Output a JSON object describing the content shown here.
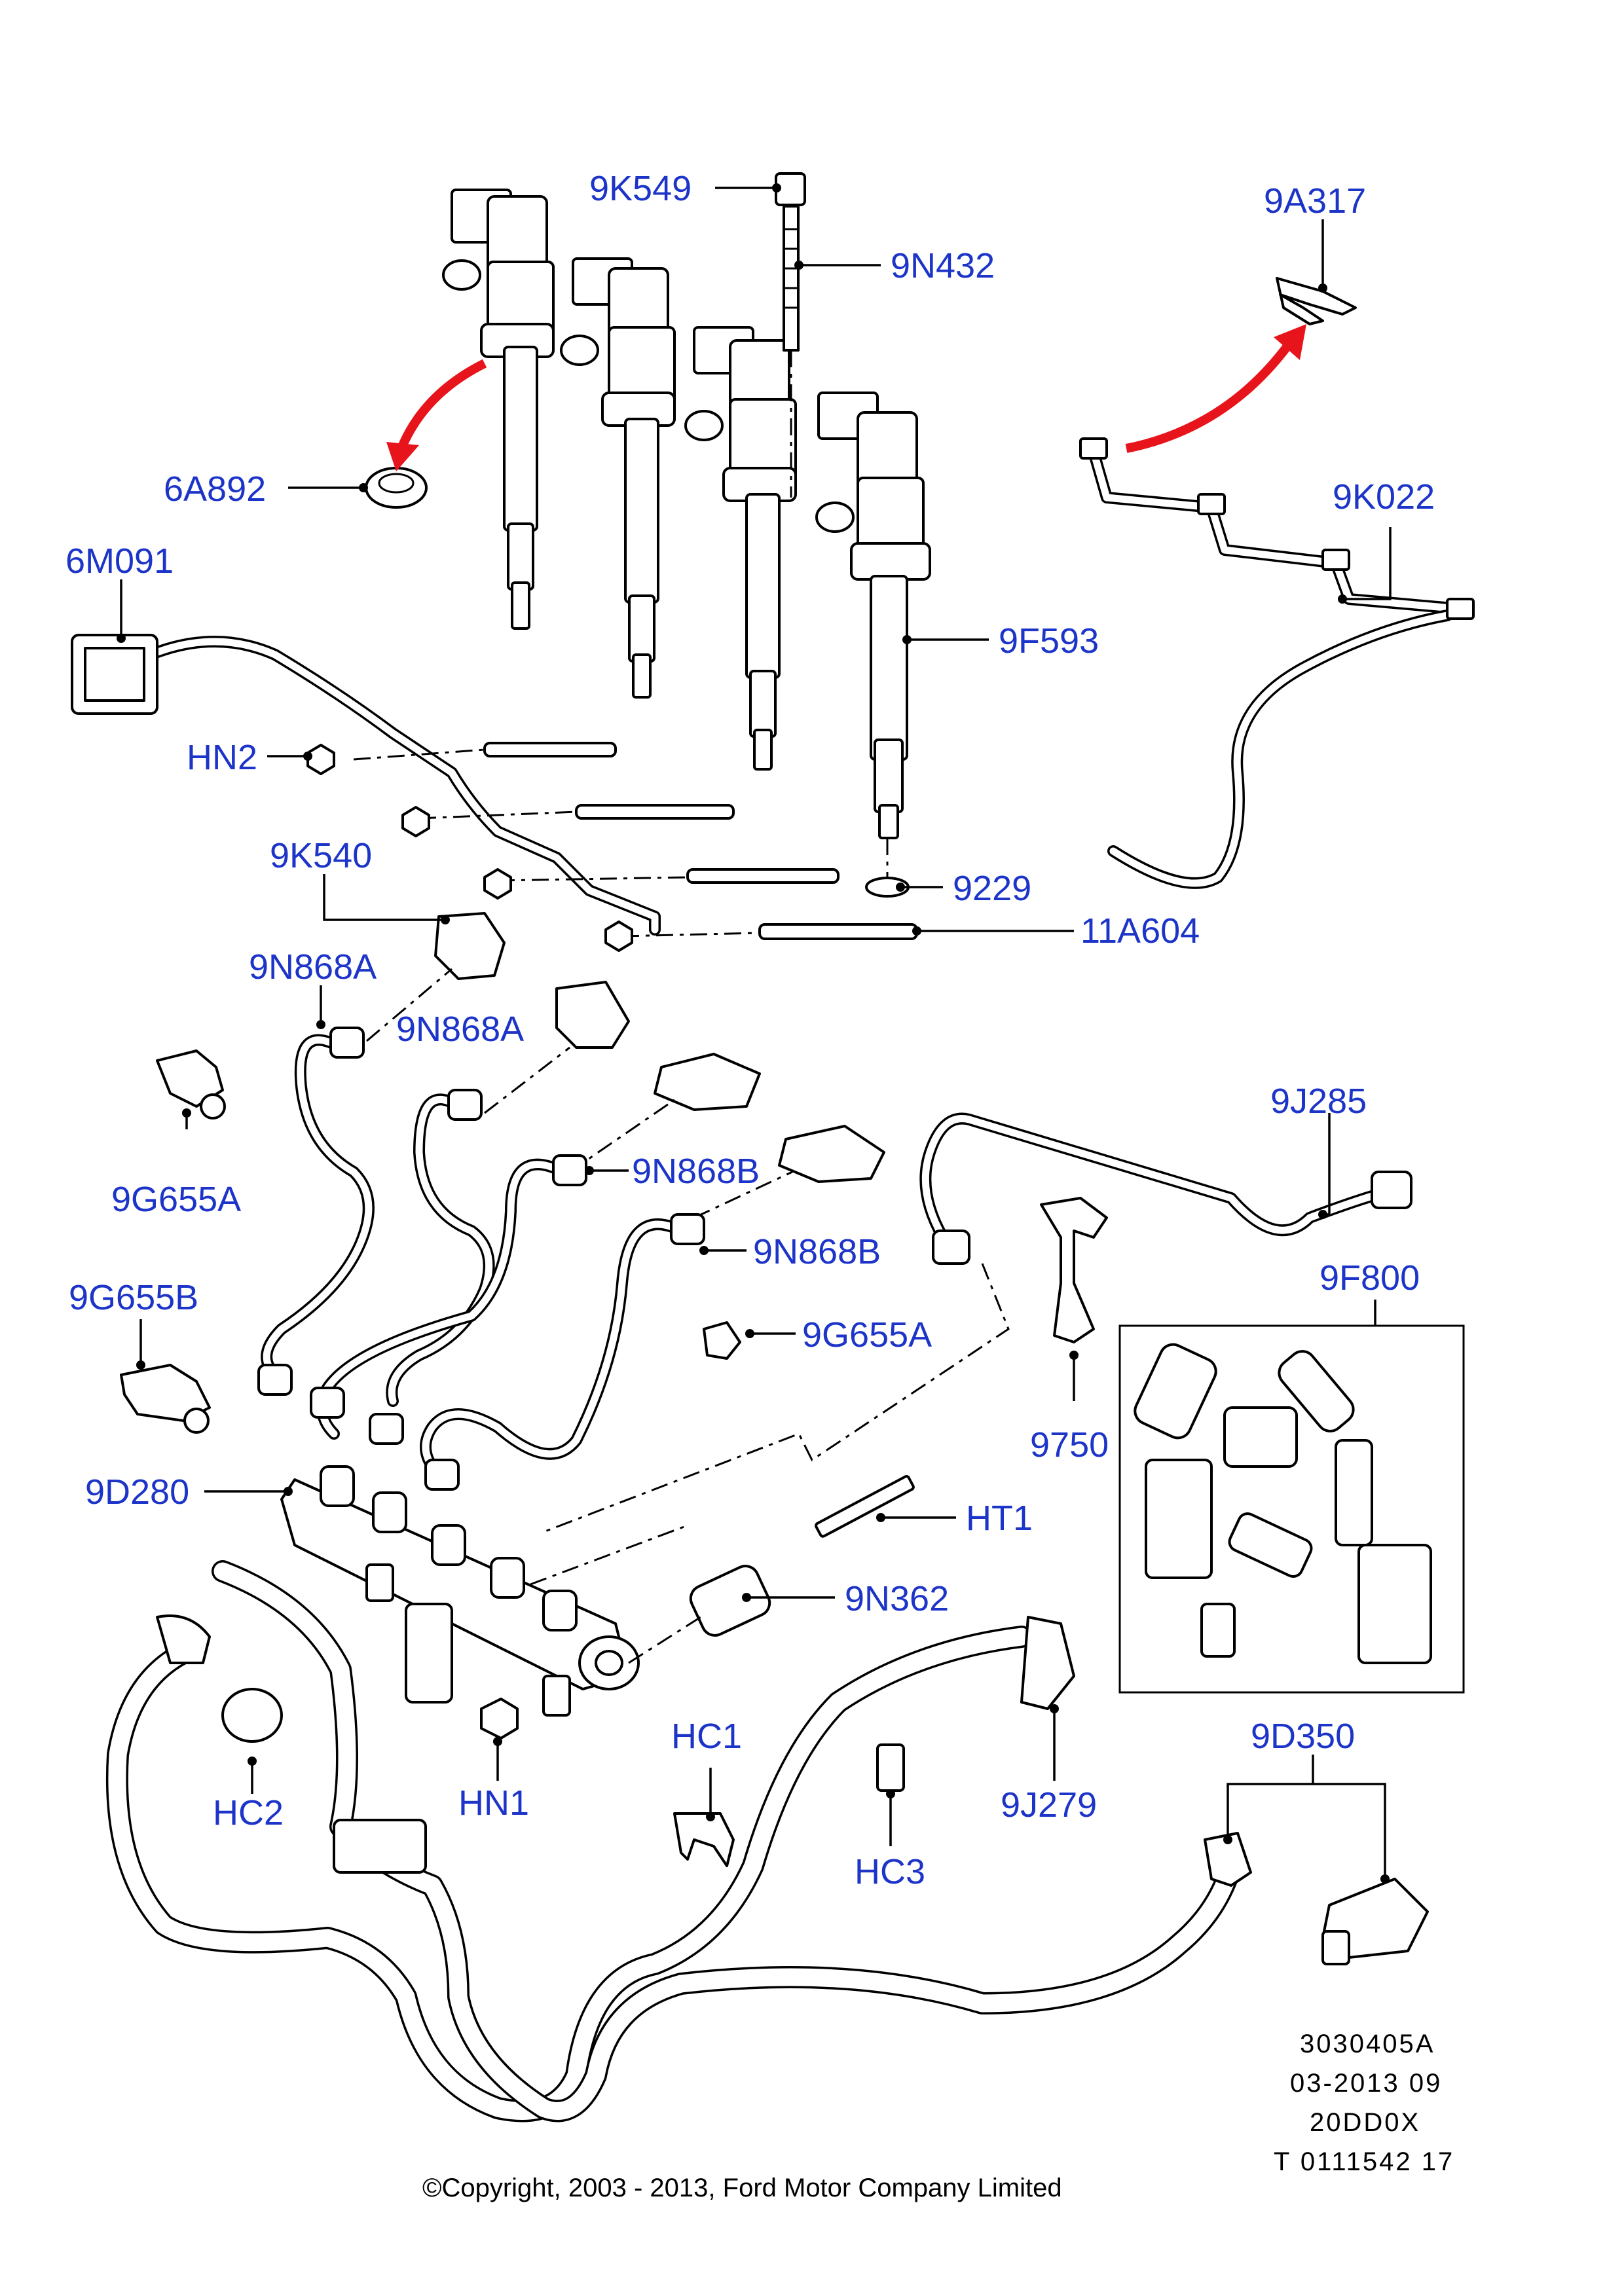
{
  "parts": {
    "p_9K549": "9K549",
    "p_9N432": "9N432",
    "p_9A317": "9A317",
    "p_6A892": "6A892",
    "p_9K022": "9K022",
    "p_6M091": "6M091",
    "p_9F593": "9F593",
    "p_HN2": "HN2",
    "p_9K540": "9K540",
    "p_9229": "9229",
    "p_11A604": "11A604",
    "p_9N868A_1": "9N868A",
    "p_9N868A_2": "9N868A",
    "p_9N868B_1": "9N868B",
    "p_9N868B_2": "9N868B",
    "p_9J285": "9J285",
    "p_9G655A_1": "9G655A",
    "p_9F800": "9F800",
    "p_9G655B": "9G655B",
    "p_9G655A_2": "9G655A",
    "p_9750": "9750",
    "p_9D280": "9D280",
    "p_HT1": "HT1",
    "p_9N362": "9N362",
    "p_HC1": "HC1",
    "p_9D350": "9D350",
    "p_HC2": "HC2",
    "p_HN1": "HN1",
    "p_9J279": "9J279",
    "p_HC3": "HC3"
  },
  "meta": {
    "line1": "3030405A",
    "line2": "03-2013 09",
    "line3": "20DD0X",
    "line4": "T 0111542 17"
  },
  "copyright": "©Copyright, 2003 - 2013, Ford Motor Company Limited",
  "colors": {
    "label": "#1c34c8",
    "arrow": "#e8141b",
    "line": "#000000"
  }
}
